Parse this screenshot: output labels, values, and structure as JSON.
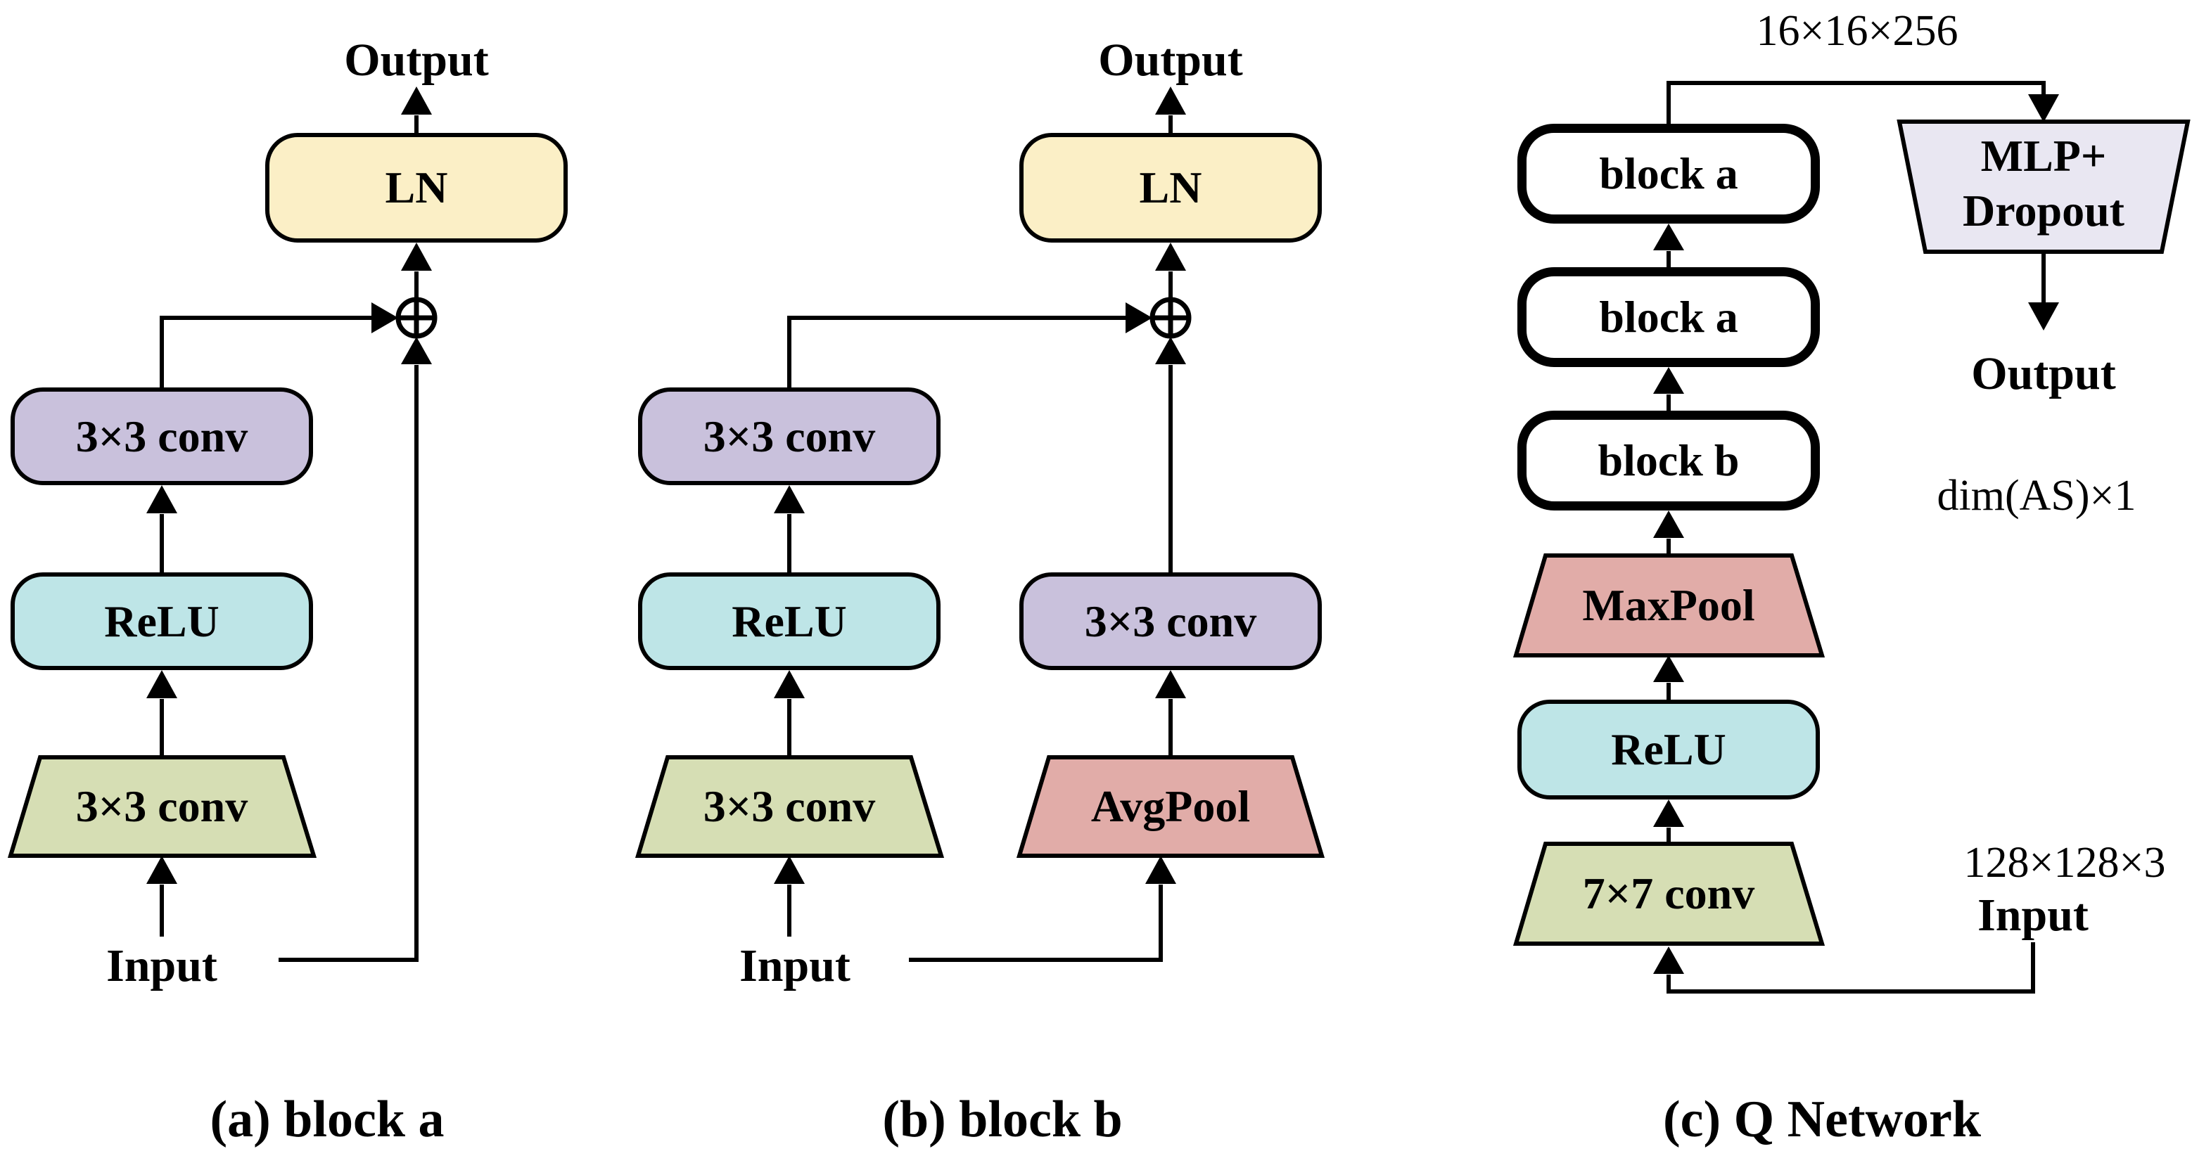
{
  "colors": {
    "ln": "#FBEFC6",
    "relu": "#BEE5E7",
    "conv": "#C9C1DC",
    "conv_stem": "#D6DEB4",
    "pool": "#E1ACA8",
    "mlp": "#E9E7F2",
    "block": "#FFFFFF",
    "stroke": "#000000"
  },
  "panel_a": {
    "caption": "(a) block a",
    "output": "Output",
    "input": "Input",
    "ln": "LN",
    "conv_top": "3×3 conv",
    "relu": "ReLU",
    "conv_stem": "3×3 conv"
  },
  "panel_b": {
    "caption": "(b) block b",
    "output": "Output",
    "input": "Input",
    "ln": "LN",
    "conv_left": "3×3 conv",
    "relu": "ReLU",
    "conv_stem": "3×3 conv",
    "conv_right": "3×3 conv",
    "avgpool": "AvgPool"
  },
  "panel_c": {
    "caption": "(c) Q Network",
    "dim_top": "16×16×256",
    "block_a_1": "block a",
    "block_a_2": "block a",
    "block_b": "block b",
    "maxpool": "MaxPool",
    "relu": "ReLU",
    "conv_stem": "7×7 conv",
    "mlp_line1": "MLP+",
    "mlp_line2": "Dropout",
    "output": "Output",
    "output_dim": "dim(AS)×1",
    "input_dim": "128×128×3",
    "input": "Input"
  }
}
